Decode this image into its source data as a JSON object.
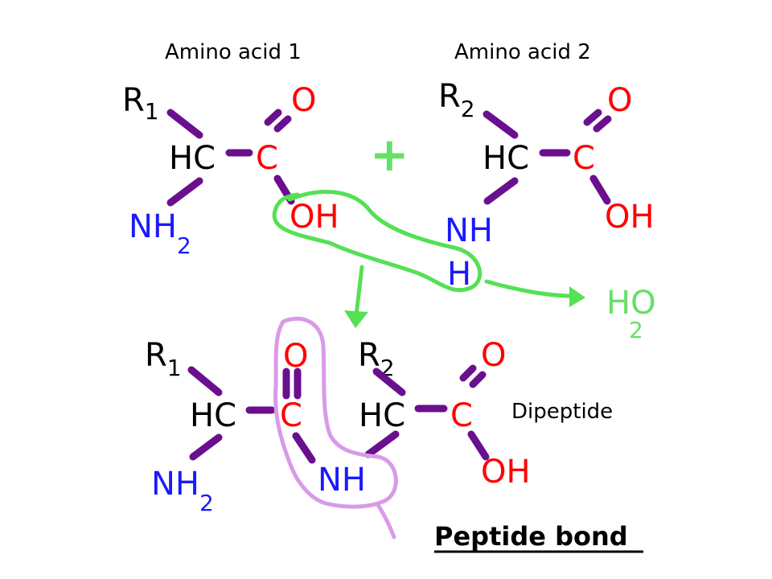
{
  "labels": {
    "amino_acid_1": "Amino acid 1",
    "amino_acid_2": "Amino acid 2",
    "dipeptide": "Dipeptide",
    "peptide_bond": "Peptide bond",
    "plus": "+"
  },
  "atoms": {
    "R": "R",
    "sub1": "1",
    "sub2": "2",
    "HC": "HC",
    "C": "C",
    "O": "O",
    "OH": "OH",
    "NH": "NH",
    "N": "N",
    "H": "H",
    "water_H": "H",
    "water_O": "O",
    "water_sub": "2"
  },
  "colors": {
    "carbon": "#ff0000",
    "nitrogen": "#1a1aff",
    "water": "#66e066",
    "bond": "#6a0f8e",
    "highlight_green": "#55e055",
    "highlight_purple": "#d99ae8"
  }
}
